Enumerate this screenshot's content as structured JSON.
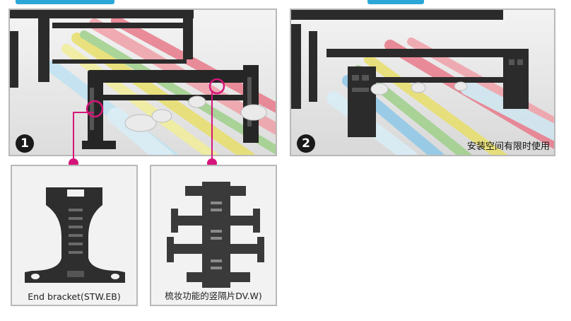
{
  "panel1": {
    "badge": "1"
  },
  "panel2": {
    "badge": "2",
    "note": "安装空间有限时使用"
  },
  "detail1": {
    "caption": "End bracket(STW.EB)"
  },
  "detail2": {
    "caption": "梳妆功能的竖隔片DV.W)"
  },
  "colors": {
    "accent": "#d5157a",
    "cable_red": "#e87a8a",
    "cable_yellow": "#e8df6a",
    "cable_green": "#9fd08a",
    "cable_blue": "#8ec8e8",
    "frame": "#2b2b2b"
  }
}
